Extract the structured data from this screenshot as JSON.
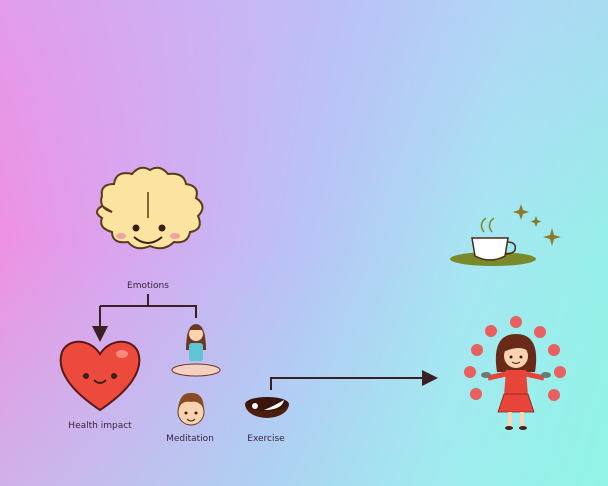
{
  "nodes": {
    "emotions": "Emotions",
    "health_impact": "Health impact",
    "meditation": "Meditation",
    "exercise": "Exercise"
  },
  "colors": {
    "connector": "#3a1f25",
    "heart": "#ec4a3c",
    "brain": "#fbe3a0",
    "dress": "#e8453a"
  }
}
